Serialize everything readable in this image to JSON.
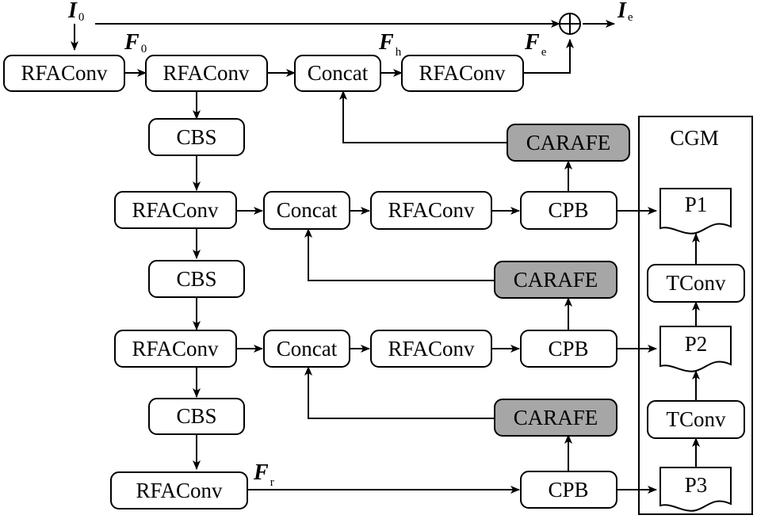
{
  "nodes": {
    "rfa_a": "RFAConv",
    "rfa_b": "RFAConv",
    "concat_top": "Concat",
    "rfa_c": "RFAConv",
    "cbs_1": "CBS",
    "rfa_d": "RFAConv",
    "concat_mid": "Concat",
    "rfa_e": "RFAConv",
    "cpb_1": "CPB",
    "carafe_1": "CARAFE",
    "cbs_2": "CBS",
    "rfa_f": "RFAConv",
    "concat_low": "Concat",
    "rfa_g": "RFAConv",
    "cpb_2": "CPB",
    "carafe_2": "CARAFE",
    "cbs_3": "CBS",
    "rfa_h": "RFAConv",
    "cpb_3": "CPB",
    "carafe_3": "CARAFE"
  },
  "cgm": {
    "title": "CGM",
    "p1": "P1",
    "tconv_1": "TConv",
    "p2": "P2",
    "tconv_2": "TConv",
    "p3": "P3"
  },
  "variables": {
    "i0": {
      "main": "I",
      "sub": "0"
    },
    "ie": {
      "main": "I",
      "sub": "e"
    },
    "f0": {
      "main": "F",
      "sub": "0"
    },
    "fh": {
      "main": "F",
      "sub": "h"
    },
    "fe": {
      "main": "F",
      "sub": "e"
    },
    "fr": {
      "main": "F",
      "sub": "r"
    }
  },
  "colors": {
    "carafe_fill": "#a6a6a6",
    "stroke": "#000000"
  }
}
